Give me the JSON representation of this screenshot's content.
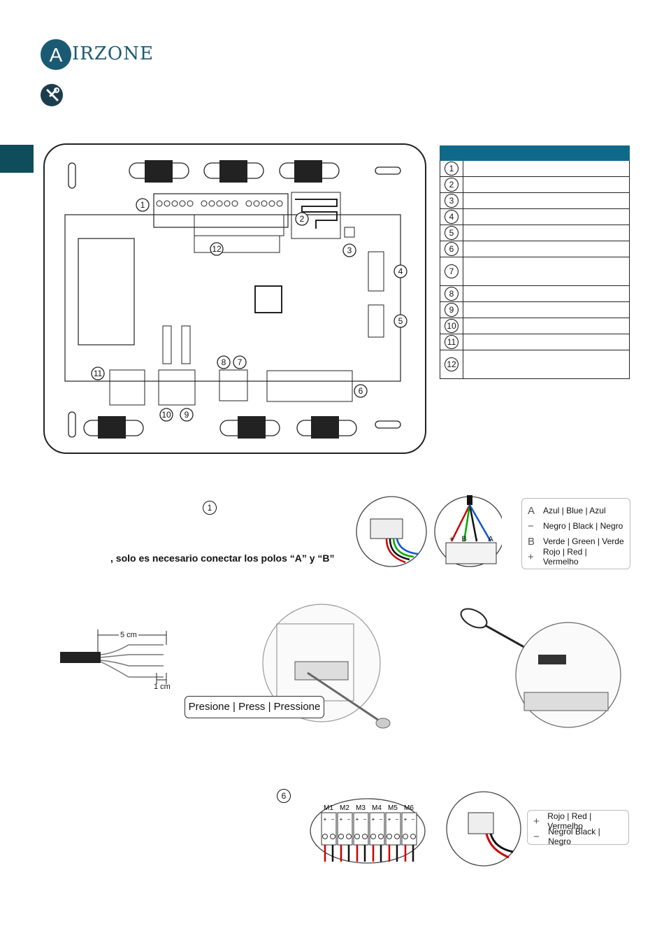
{
  "brand": {
    "initial": "A",
    "rest": "IRZONE",
    "color": "#1b5a73"
  },
  "icons": {
    "header_tool": "tools-icon"
  },
  "board": {
    "callouts": [
      "1",
      "2",
      "3",
      "4",
      "5",
      "6",
      "7",
      "8",
      "9",
      "10",
      "11",
      "12"
    ]
  },
  "legend_table": {
    "header_color": "#0f6a8a",
    "rows": [
      "1",
      "2",
      "3",
      "4",
      "5",
      "6",
      "7",
      "8",
      "9",
      "10",
      "11",
      "12"
    ]
  },
  "bus_section": {
    "ref_number": "1",
    "note": ", solo es necesario conectar los polos “A” y “B”",
    "terminal_labels": [
      "+",
      "B",
      "-",
      "A"
    ],
    "wire_legend": [
      {
        "symbol": "A",
        "text": "Azul | Blue | Azul"
      },
      {
        "symbol": "−",
        "text": "Negro | Black | Negro"
      },
      {
        "symbol": "B",
        "text": "Verde | Green | Verde"
      },
      {
        "symbol": "+",
        "text": "Rojo | Red | Vermelho"
      }
    ]
  },
  "cable_section": {
    "strip_length": "5 cm",
    "wire_length": "1 cm",
    "press_label": "Presione | Press | Pressione"
  },
  "motor_section": {
    "ref_number": "6",
    "motor_labels": [
      "M1",
      "M2",
      "M3",
      "M4",
      "M5",
      "M6"
    ],
    "pole_labels": [
      "+",
      "−"
    ],
    "wire_legend": [
      {
        "symbol": "+",
        "text": "Rojo | Red | Vermelho"
      },
      {
        "symbol": "−",
        "text": "Negrol Black | Negro"
      }
    ]
  }
}
